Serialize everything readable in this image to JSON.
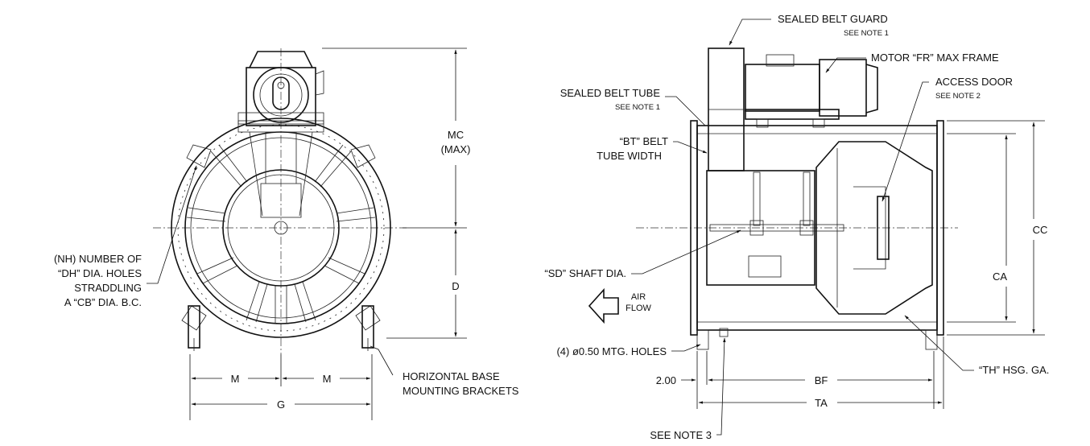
{
  "labels": {
    "sealed_belt_guard": "SEALED BELT GUARD",
    "sealed_belt_guard_note": "SEE NOTE 1",
    "motor_frame": "MOTOR “FR” MAX FRAME",
    "access_door": "ACCESS DOOR",
    "access_door_note": "SEE NOTE 2",
    "sealed_belt_tube": "SEALED BELT TUBE",
    "sealed_belt_tube_note": "SEE NOTE 1",
    "bt_line1": "“BT” BELT",
    "bt_line2": "TUBE WIDTH",
    "mc_line1": "MC",
    "mc_line2": "(MAX)",
    "nh_line1": "(NH) NUMBER OF",
    "nh_line2": "“DH” DIA. HOLES",
    "nh_line3": "STRADDLING",
    "nh_line4": "A “CB” DIA. B.C.",
    "d": "D",
    "m_left": "M",
    "m_right": "M",
    "g": "G",
    "base_line1": "HORIZONTAL BASE",
    "base_line2": "MOUNTING BRACKETS",
    "sd": "“SD” SHAFT DIA.",
    "air_line1": "AIR",
    "air_line2": "FLOW",
    "mtg_holes": "(4) ø0.50 MTG. HOLES",
    "dim_200": "2.00",
    "bf": "BF",
    "ta": "TA",
    "see_note3": "SEE NOTE 3",
    "th": "“TH” HSG. GA.",
    "cc": "CC",
    "ca": "CA"
  }
}
